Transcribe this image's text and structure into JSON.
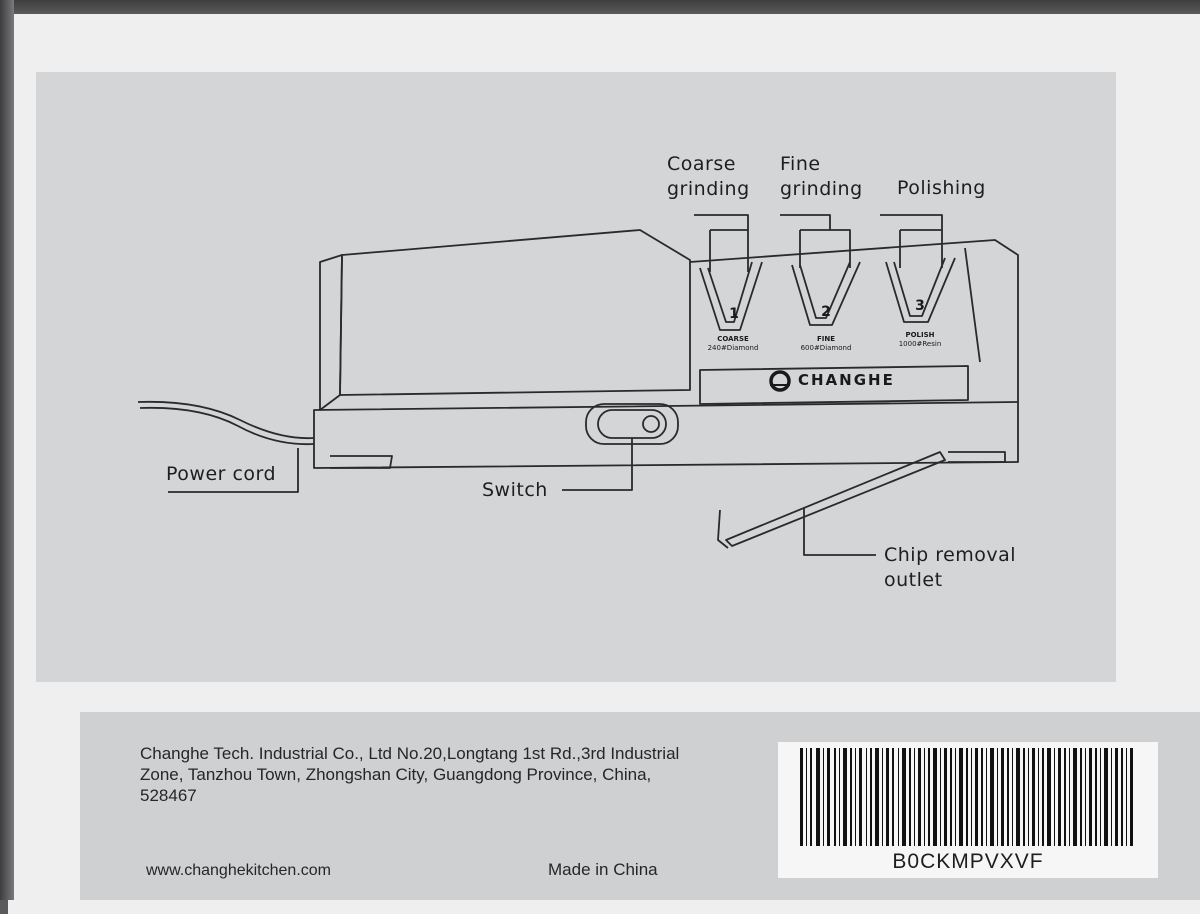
{
  "labels": {
    "coarse": "Coarse\ngrinding",
    "fine": "Fine\ngrinding",
    "polishing": "Polishing",
    "power_cord": "Power cord",
    "switch": "Switch",
    "chip": "Chip removal\noutlet"
  },
  "slots": [
    {
      "number": "1",
      "name": "COARSE",
      "grit": "240#Diamond"
    },
    {
      "number": "2",
      "name": "FINE",
      "grit": "600#Diamond"
    },
    {
      "number": "3",
      "name": "POLISH",
      "grit": "1000#Resin"
    }
  ],
  "brand": "CHANGHE",
  "address": "Changhe Tech. Industrial Co., Ltd No.20,Longtang 1st Rd.,3rd Industrial Zone, Tanzhou Town, Zhongshan City, Guangdong Province, China, 528467",
  "website": "www.changhekitchen.com",
  "made_in": "Made in China",
  "barcode": "B0CKMPVXVF",
  "colors": {
    "panel": "#d4d5d7",
    "box": "#efefef",
    "ink": "#1e1e1e"
  }
}
